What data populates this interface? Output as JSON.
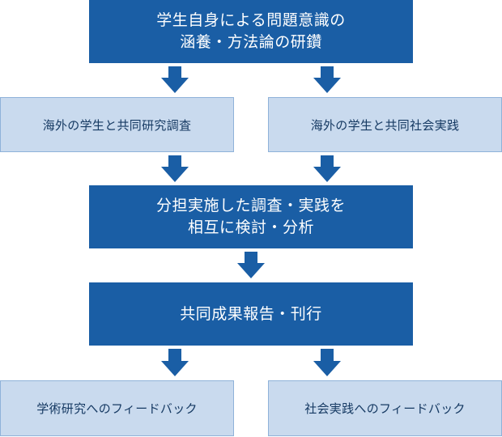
{
  "diagram": {
    "step1": {
      "line1": "学生自身による問題意識の",
      "line2": "涵養・方法論の研鑽"
    },
    "step2_left": "海外の学生と共同研究調査",
    "step2_right": "海外の学生と共同社会実践",
    "step3": {
      "line1": "分担実施した調査・実践を",
      "line2": "相互に検討・分析"
    },
    "step4": "共同成果報告・刊行",
    "step5_left": "学術研究へのフィードバック",
    "step5_right": "社会実践へのフィードバック"
  },
  "colors": {
    "dark_box": "#1a5ea5",
    "light_box": "#c9daee",
    "light_border": "#8fb2d9",
    "arrow": "#1a5ea5"
  }
}
